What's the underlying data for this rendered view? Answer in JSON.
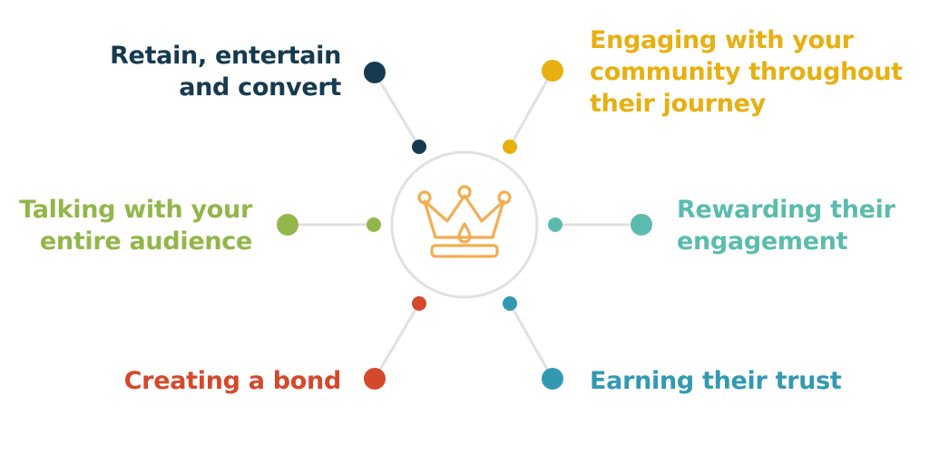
{
  "colors": {
    "connector": "#e1e1e1",
    "hub_ring": "#e1e1e1",
    "crown": "#f2ad52"
  },
  "center_icon": "crown-icon",
  "items": [
    {
      "key": "retain",
      "text": "Retain, entertain\nand convert",
      "color": "#163a4f"
    },
    {
      "key": "engaging",
      "text": "Engaging with your\ncommunity throughout\ntheir journey",
      "color": "#e6b011"
    },
    {
      "key": "talking",
      "text": "Talking with your\nentire audience",
      "color": "#93b64a"
    },
    {
      "key": "rewarding",
      "text": "Rewarding their\nengagement",
      "color": "#5bbcad"
    },
    {
      "key": "bond",
      "text": "Creating a bond",
      "color": "#d4492b"
    },
    {
      "key": "trust",
      "text": "Earning their trust",
      "color": "#3399b3"
    }
  ]
}
